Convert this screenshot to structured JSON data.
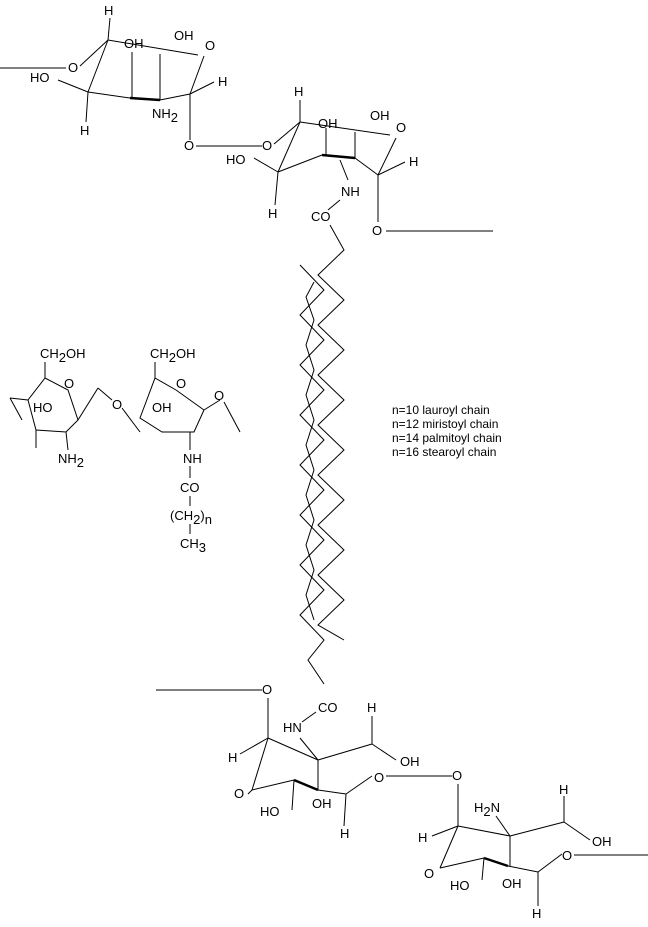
{
  "legend": {
    "lines": [
      "n=10 lauroyl chain",
      "n=12 miristoyl chain",
      "n=14 palmitoyl chain",
      "n=16 stearoyl chain"
    ]
  },
  "atoms": {
    "H": "H",
    "OH": "OH",
    "HO": "HO",
    "O": "O",
    "NH": "NH",
    "HN": "HN",
    "NH2": "NH",
    "H2N": "H",
    "N": "N",
    "CO": "CO",
    "CH2OH_main": "CH",
    "CH2OH_tail": "OH",
    "CH2_open": "(CH",
    "CH2_close": ")",
    "CH3": "CH",
    "two": "2",
    "three": "3",
    "n": "n"
  }
}
